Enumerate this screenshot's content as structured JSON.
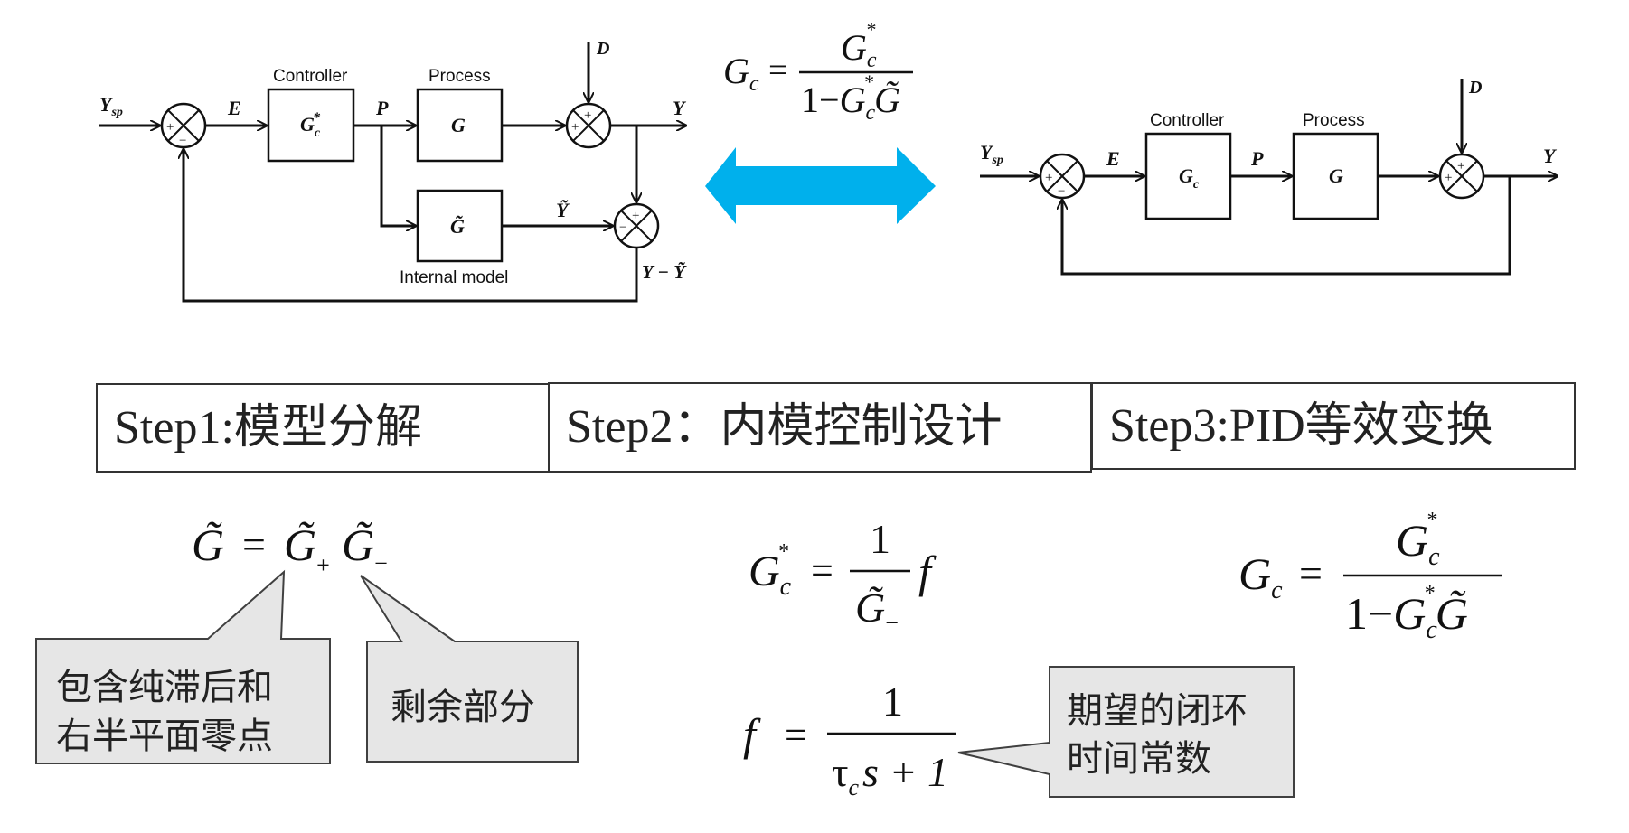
{
  "imc_diagram": {
    "labels": {
      "setpoint": "Y",
      "setpoint_sub": "sp",
      "error": "E",
      "controller_title": "Controller",
      "controller_block": "G",
      "controller_block_sub": "c",
      "controller_block_sup": "*",
      "manipulated": "P",
      "process_title": "Process",
      "process_block": "G",
      "model_block": "G̃",
      "model_title": "Internal model",
      "model_output": "Ỹ",
      "disturbance": "D",
      "output": "Y",
      "feedback_signal": "Y − Ỹ"
    },
    "junction_signs": {
      "comparator": [
        "+",
        "−"
      ],
      "disturbance_sum": [
        "+",
        "+"
      ],
      "model_comparator": [
        "+",
        "−"
      ]
    }
  },
  "equivalence_formula": {
    "lhs": "G",
    "lhs_sub": "c",
    "num": "G",
    "num_sub": "c",
    "num_sup": "*",
    "den_prefix": "1−",
    "den_g": "G",
    "den_sub": "c",
    "den_sup": "*",
    "den_model": "G̃"
  },
  "equivalence_arrow": {
    "color": "#00b0ec",
    "direction": "bidirectional"
  },
  "classic_diagram": {
    "labels": {
      "setpoint": "Y",
      "setpoint_sub": "sp",
      "error": "E",
      "controller_title": "Controller",
      "controller_block": "G",
      "controller_block_sub": "c",
      "manipulated": "P",
      "process_title": "Process",
      "process_block": "G",
      "disturbance": "D",
      "output": "Y"
    },
    "junction_signs": {
      "comparator": [
        "+",
        "−"
      ],
      "disturbance_sum": [
        "+",
        "+"
      ]
    }
  },
  "steps": [
    {
      "label": "Step1:模型分解"
    },
    {
      "label": "Step2：内模控制设计"
    },
    {
      "label": "Step3:PID等效变换"
    }
  ],
  "formulas": {
    "decomposition": {
      "lhs": "G̃",
      "eq": "=",
      "t1": "G̃",
      "t1_sub": "+",
      "t2": "G̃",
      "t2_sub": "−"
    },
    "imc_controller": {
      "lhs": "G",
      "lhs_sub": "c",
      "lhs_sup": "*",
      "eq": "=",
      "num": "1",
      "den": "G̃",
      "den_sub": "−",
      "tail": "f"
    },
    "filter": {
      "lhs": "f",
      "eq": "=",
      "num": "1",
      "den_tau": "τ",
      "den_sub": "c",
      "den_rest": "s + 1"
    },
    "pid_equivalent": {
      "lhs": "G",
      "lhs_sub": "c",
      "eq": "=",
      "num": "G",
      "num_sub": "c",
      "num_sup": "*",
      "den_prefix": "1−",
      "den_g": "G",
      "den_sub": "c",
      "den_sup": "*",
      "den_model": "G̃"
    }
  },
  "callouts": {
    "plus_part": {
      "lines": [
        "包含纯滞后和",
        "右半平面零点"
      ]
    },
    "minus_part": {
      "lines": [
        "剩余部分"
      ]
    },
    "tau_c": {
      "lines": [
        "期望的闭环",
        "时间常数"
      ]
    },
    "fill": "#e6e6e6"
  }
}
